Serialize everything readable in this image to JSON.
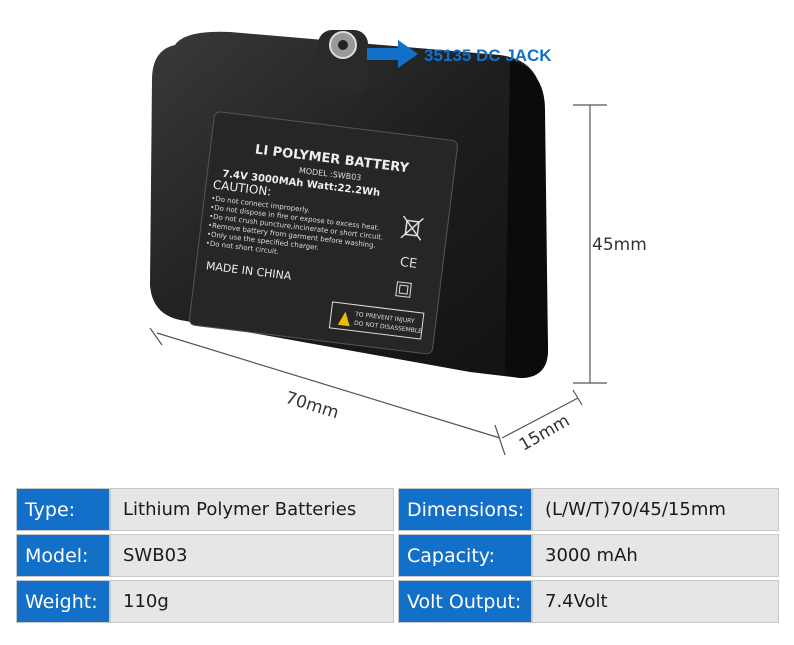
{
  "callout": {
    "jack_label": "35135 DC JACK"
  },
  "dimensions": {
    "height": "45mm",
    "length": "70mm",
    "thickness": "15mm"
  },
  "battery_label": {
    "title": "LI POLYMER BATTERY",
    "model": "MODEL :SWB03",
    "rating": "7.4V 3000MAh Watt:22.2Wh",
    "caution_title": "CAUTION:",
    "cautions": [
      "•Do not connect improperly.",
      "•Do not  dispose in fire or expose to excess heat.",
      "•Do not crush puncture,incinerate or short circuit.",
      "•Remove battery from garment before washing.",
      "•Only use the specified charger.",
      "•Do not short circuit."
    ],
    "origin": "MADE IN CHINA",
    "warning_line1": "TO PREVENT INJURY",
    "warning_line2": "DO NOT DISASSEMBLE",
    "ce_mark": "CE"
  },
  "colors": {
    "accent": "#1370c9",
    "cell_bg": "#e6e6e6"
  },
  "specs": [
    {
      "label": "Type:",
      "value": "Lithium Polymer Batteries",
      "label2": "Dimensions:",
      "value2": "(L/W/T)70/45/15mm"
    },
    {
      "label": "Model:",
      "value": "SWB03",
      "label2": "Capacity:",
      "value2": "3000 mAh"
    },
    {
      "label": "Weight:",
      "value": "110g",
      "label2": "Volt Output:",
      "value2": "7.4Volt"
    }
  ]
}
